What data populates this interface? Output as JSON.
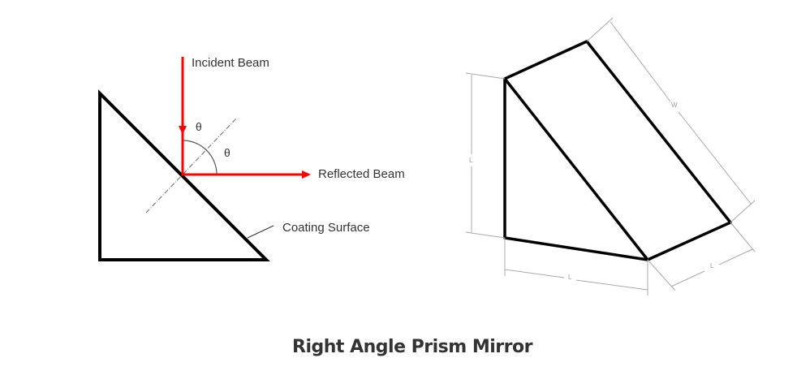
{
  "title": "Right Angle Prism Mirror",
  "left_diagram": {
    "incident_label": "Incident Beam",
    "reflected_label": "Reflected Beam",
    "coating_label": "Coating Surface",
    "angle_symbol": "θ"
  },
  "right_diagram": {
    "dim_height": "L",
    "dim_width": "W",
    "dim_bottom": "L",
    "dim_depth": "L"
  },
  "colors": {
    "beam": "#ff0000",
    "outline": "#000000",
    "dimension": "#aaaaaa"
  }
}
